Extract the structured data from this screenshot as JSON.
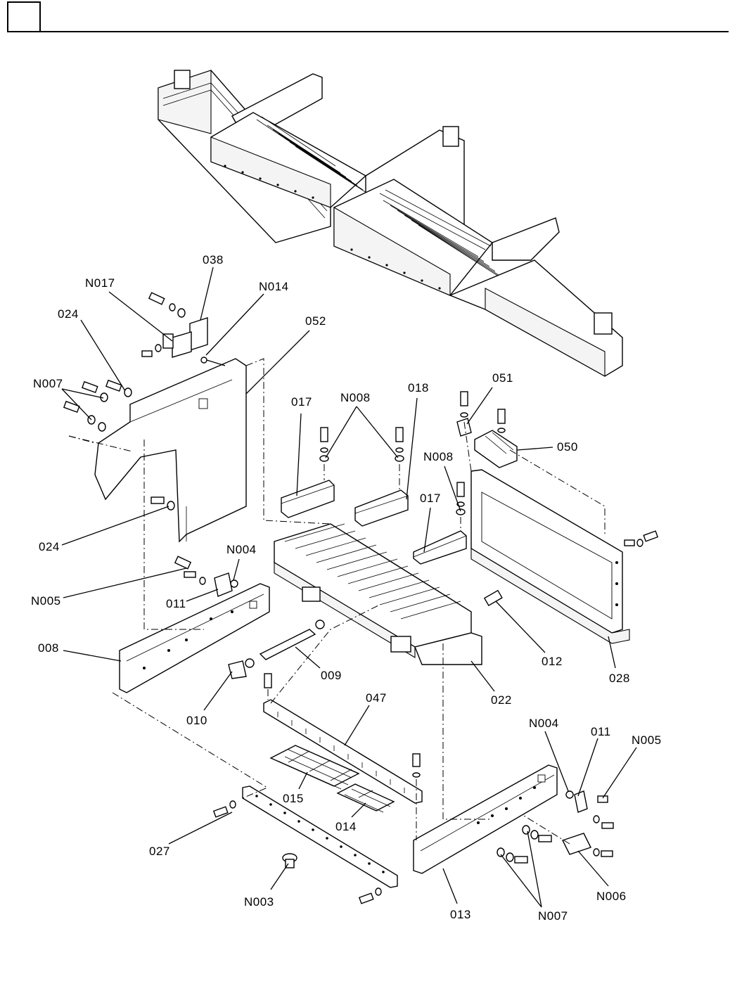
{
  "header": {
    "box_label": "",
    "title": ""
  },
  "labels": {
    "p038": "038",
    "n017": "N017",
    "n014": "N014",
    "p024a": "024",
    "p052": "052",
    "n007a": "N007",
    "p017a": "017",
    "n008a": "N008",
    "p018": "018",
    "p051": "051",
    "p050": "050",
    "n008b": "N008",
    "p017b": "017",
    "p024b": "024",
    "n004a": "N004",
    "n005a": "N005",
    "p011a": "011",
    "p008": "008",
    "p012": "012",
    "p028": "028",
    "p009": "009",
    "p022": "022",
    "p010": "010",
    "p047": "047",
    "n004b": "N004",
    "p011b": "011",
    "n005b": "N005",
    "p015": "015",
    "p014": "014",
    "p027": "027",
    "n003": "N003",
    "p013": "013",
    "n007b": "N007",
    "n006": "N006"
  }
}
